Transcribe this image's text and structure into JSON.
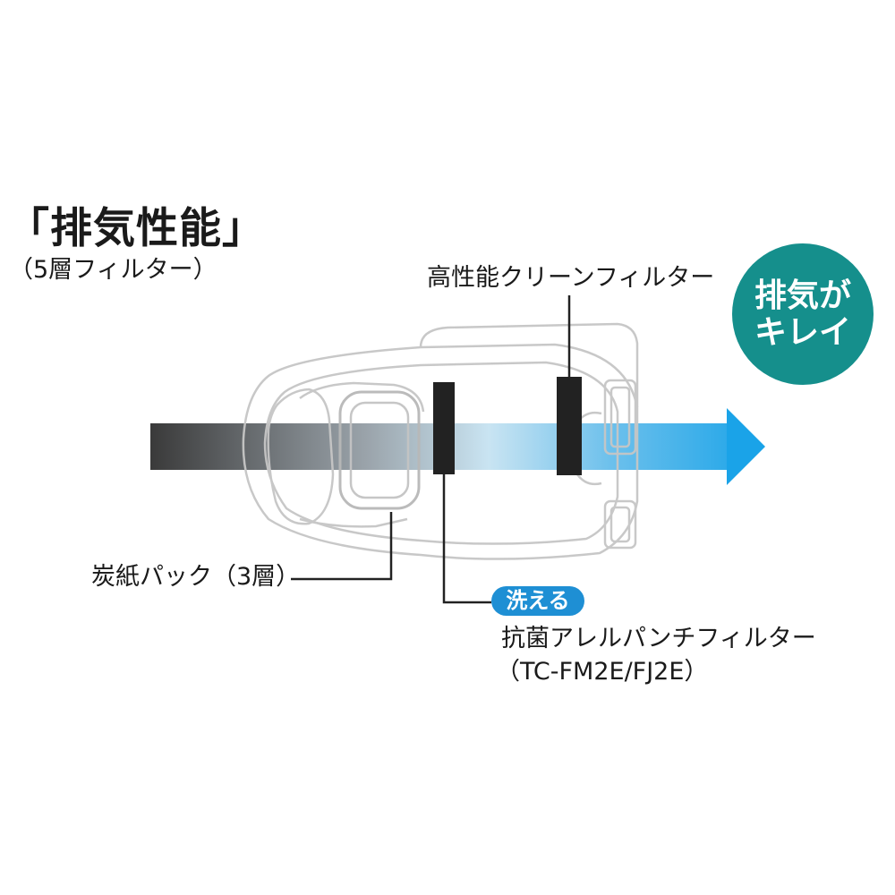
{
  "title": "「排気性能」",
  "subtitle": "（5層フィルター）",
  "labels": {
    "high_performance_filter": "高性能クリーンフィルター",
    "paper_pack": "炭紙パック（3層）",
    "washable_badge": "洗える",
    "allerpa_filter": "抗菌アレルパンチフィルター",
    "model_numbers": "（TC-FM2E/FJ2E）"
  },
  "badge": {
    "line1": "排気が",
    "line2": "キレイ",
    "color": "#158f8c"
  },
  "colors": {
    "arrow_start": "#3a3a3a",
    "arrow_end": "#1aa3e8",
    "washable_badge": "#1e8fd4",
    "filter_block": "#222222",
    "outline": "#c8c8c8"
  },
  "icons": {
    "arrow": "airflow-arrow",
    "vacuum": "vacuum-cleaner-outline"
  }
}
